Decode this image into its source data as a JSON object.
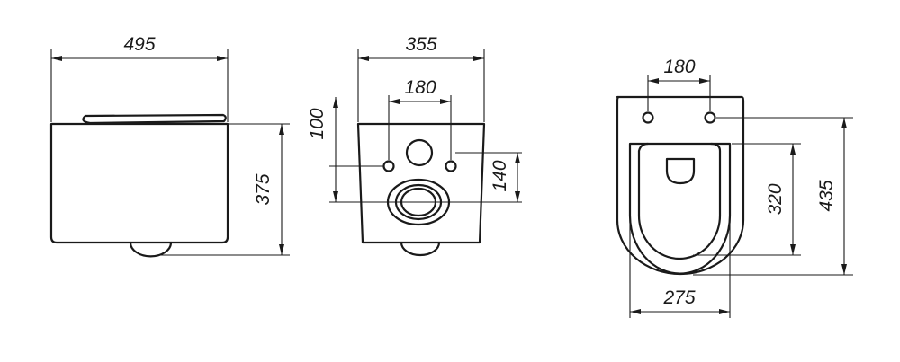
{
  "views": {
    "side": {
      "width_label": "495",
      "height_label": "375"
    },
    "rear": {
      "width_label": "355",
      "bolt_spacing_label": "180",
      "bolt_height_label": "100",
      "outlet_offset_label": "140"
    },
    "top": {
      "bolt_spacing_label": "180",
      "width_label": "275",
      "bowl_length_label": "320",
      "total_length_label": "435"
    }
  },
  "colors": {
    "line": "#1a1a1a",
    "background": "#ffffff"
  }
}
